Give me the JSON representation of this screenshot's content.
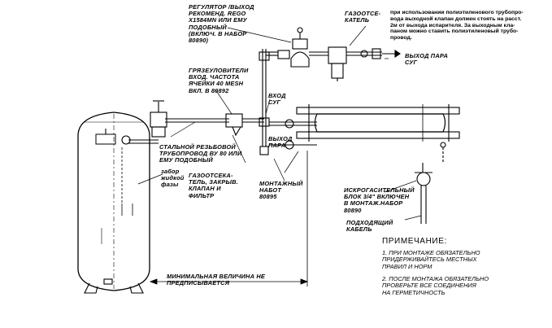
{
  "labels": {
    "regulator": "РЕГУЛЯТОР /ВЫХОД\nРЕКОМЕНД. REGO\nX1584MN ИЛИ ЕМУ\nПОДОБНЫЙ\n(ВКЛЮЧ. В НАБОР\n80890)",
    "gas_heater": "ГАЗООТСЕ-\nКАТЕЛЬ",
    "top_note": "при использовании полиэтиленового трубопро-\nвода выходной клапан должен стоять на расст.\n2м от выхода испарителя. За выходным кла-\nпаном можно ставить полиэтиленовый трубо-\nпровод.",
    "steam_out_sug": "ВЫХОД ПАРА\nСУГ",
    "strainers": "ГРЯЗЕУЛОВИТЕЛИ\nВХОД. ЧАСТОТА\nЯЧЕЙКИ 40 MESH\nВКЛ. В 80892",
    "input_sug": "ВХОД\nСУГ",
    "steel_pipe": "СТАЛЬНОЙ РЕЗЬБОВОЙ\nТРУБОПРОВОД ВУ 80 ИЛИ\nЕМУ ПОДОБНЫЙ",
    "steam_out": "ВЫХОД\nПАРА",
    "liquid_intake": "забор\nжидкой\nфазы",
    "separator_kit": "ГАЗООТСЕКА-\nТЕЛЬ, ЗАКРЫВ.\nКЛАПАН И\nФИЛЬТР",
    "mount_kit": "МОНТАЖНЫЙ\nНАБОТ\n80895",
    "spark_block": "ИСКРОГАСИТЕЛЬНЫЙ\nБЛОК 3/4\" ВКЛЮЧЕН\nВ МОНТАЖ.НАБОР\n80890",
    "cable": "ПОДХОДЯЩИЙ\nКАБЕЛЬ",
    "min_distance": "МИНИМАЛЬНАЯ ВЕЛИЧИНА НЕ\nПРЕДПИСЫВАЕТСЯ"
  },
  "notes": {
    "title": "ПРИМЕЧАНИЕ:",
    "note1": "1. ПРИ МОНТАЖЕ ОБЯЗАТЕЛЬНО\nПРИДЕРЖИВАЙТЕСЬ МЕСТНЫХ\nПРАВИЛ И НОРМ",
    "note2": "2. ПОСЛЕ МОНТАЖА ОБЯЗАТЕЛЬНО\nПРОВЕРЬТЕ ВСЕ СОЕДИНЕНИЯ\nНА ГЕРМЕТИЧНОСТЬ"
  },
  "colors": {
    "line": "#000000",
    "background": "#ffffff"
  }
}
